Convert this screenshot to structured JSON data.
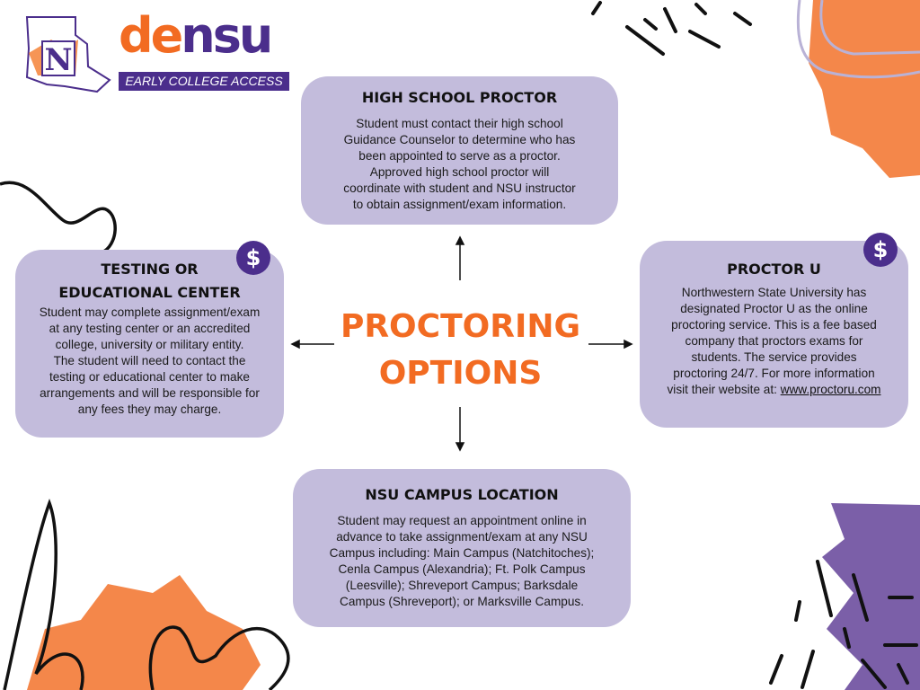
{
  "logo": {
    "brand_de": "de",
    "brand_nsu": "nsu",
    "tagline": "EARLY COLLEGE ACCESS",
    "emblem_letter": "N"
  },
  "title": {
    "line1": "PROCTORING",
    "line2": "OPTIONS"
  },
  "colors": {
    "box": "#c3bcdc",
    "purple": "#4b2e8c",
    "orange": "#f26b22"
  },
  "high_school": {
    "heading": "HIGH SCHOOL PROCTOR",
    "lines": [
      "Student must contact their high school",
      "Guidance Counselor to determine who has",
      "been appointed to serve as a proctor.",
      "Approved high school proctor will",
      "coordinate with student and NSU instructor",
      "to obtain assignment/exam information."
    ]
  },
  "testing": {
    "heading1": "TESTING OR",
    "heading2": "EDUCATIONAL CENTER",
    "badge": "$",
    "lines": [
      "Student may complete assignment/exam",
      "at any testing center or an accredited",
      "college, university or military entity.",
      "The student will need to contact the",
      "testing or educational center to make",
      "arrangements and will be responsible for",
      "any fees they may charge."
    ]
  },
  "proctor_u": {
    "heading": "PROCTOR U",
    "badge": "$",
    "lines": [
      "Northwestern State University has",
      "designated Proctor U as the online",
      "proctoring service.  This is a fee based",
      "company that proctors exams for",
      "students.  The service provides",
      "proctoring 24/7.  For more information"
    ],
    "last_prefix": "visit their website at: ",
    "link": "www.proctoru.com"
  },
  "campus": {
    "heading": "NSU CAMPUS LOCATION",
    "lines": [
      "Student may request an appointment online in",
      "advance to take assignment/exam at any NSU",
      "Campus including: Main Campus (Natchitoches);",
      "Cenla Campus (Alexandria); Ft. Polk Campus",
      "(Leesville); Shreveport Campus; Barksdale",
      "Campus (Shreveport); or Marksville Campus."
    ]
  }
}
